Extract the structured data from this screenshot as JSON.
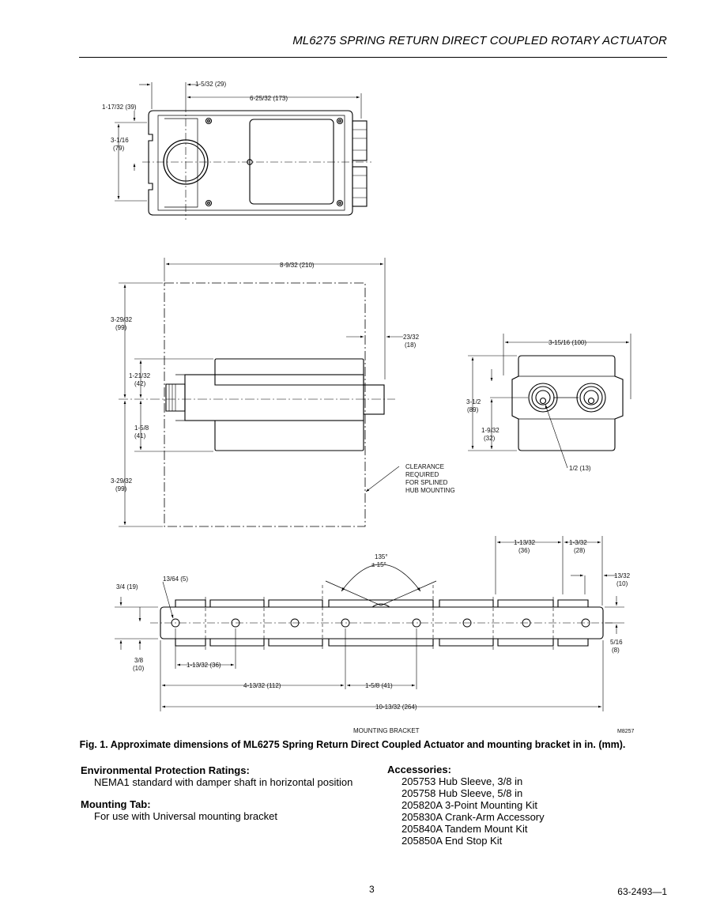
{
  "header": {
    "title": "ML6275 SPRING RETURN DIRECT COUPLED ROTARY ACTUATOR"
  },
  "figure": {
    "top_view_dims": {
      "d1": "1-5/32  (29)",
      "d2": "6-25/32  (173)",
      "d3": "1-17/32  (39)",
      "d4_a": "3-1/16",
      "d4_b": "(79)"
    },
    "side_view_dims": {
      "d1": "8-9/32  (210)",
      "d2_a": "3-29/32",
      "d2_b": "(99)",
      "d3_a": "23/32",
      "d3_b": "(18)",
      "d4_a": "1-21/32",
      "d4_b": "(42)",
      "d5_a": "1-5/8",
      "d5_b": "(41)",
      "d6_a": "3-29/32",
      "d6_b": "(99)",
      "clearance": [
        "CLEARANCE",
        "REQUIRED",
        "FOR SPLINED",
        "HUB MOUNTING"
      ]
    },
    "end_view_dims": {
      "d1": "3-15/16  (100)",
      "d2_a": "3-1/2",
      "d2_b": "(89)",
      "d3_a": "1-9/32",
      "d3_b": "(32)",
      "d4": "1/2 (13)"
    },
    "bracket_dims": {
      "angle_a": "135°",
      "angle_b": "± 15°",
      "d1": "13/64  (5)",
      "d2": "3/4  (19)",
      "d3_a": "1-13/32",
      "d3_b": "(36)",
      "d4_a": "1-3/32",
      "d4_b": "(28)",
      "d5_a": "13/32",
      "d5_b": "(10)",
      "d6_a": "5/16",
      "d6_b": "(8)",
      "d7_a": "3/8",
      "d7_b": "(10)",
      "d8": "1-13/32  (36)",
      "d9": "4-13/32  (112)",
      "d10": "1-5/8  (41)",
      "d11": "10-13/32  (264)"
    },
    "bracket_label": "MOUNTING BRACKET",
    "figure_code": "M8257"
  },
  "caption": "Fig. 1. Approximate dimensions of ML6275 Spring Return Direct Coupled Actuator and mounting bracket in in. (mm).",
  "left_col": {
    "env_heading": "Environmental Protection Ratings:",
    "env_text": "NEMA1 standard with damper shaft in horizontal position",
    "tab_heading": "Mounting Tab:",
    "tab_text": "For use with Universal mounting bracket"
  },
  "accessories": {
    "heading": "Accessories:",
    "items": [
      "205753 Hub Sleeve, 3/8 in",
      "205758 Hub Sleeve, 5/8 in",
      "205820A 3-Point Mounting Kit",
      "205830A Crank-Arm Accessory",
      "205840A Tandem Mount Kit",
      "205850A End Stop Kit"
    ]
  },
  "footer": {
    "page_number": "3",
    "doc_number": "63-2493—1"
  }
}
